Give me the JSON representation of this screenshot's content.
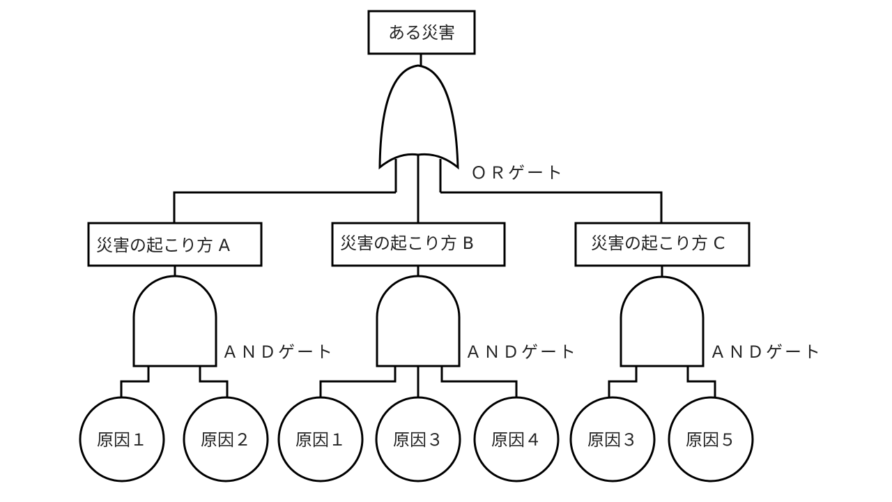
{
  "top_event": {
    "label": "ある災害"
  },
  "or_gate": {
    "label": "ＯＲゲート"
  },
  "intermediate_events": [
    {
      "label": "災害の起こり方 A",
      "gate_label": "ＡＮＤゲート",
      "causes": [
        {
          "label": "原因１"
        },
        {
          "label": "原因２"
        }
      ]
    },
    {
      "label": "災害の起こり方 B",
      "gate_label": "ＡＮＤゲート",
      "causes": [
        {
          "label": "原因１"
        },
        {
          "label": "原因３"
        },
        {
          "label": "原因４"
        }
      ]
    },
    {
      "label": "災害の起こり方 C",
      "gate_label": "ＡＮＤゲート",
      "causes": [
        {
          "label": "原因３"
        },
        {
          "label": "原因５"
        }
      ]
    }
  ],
  "colors": {
    "line": "#000000",
    "fill": "#ffffff",
    "text": "#222222"
  }
}
